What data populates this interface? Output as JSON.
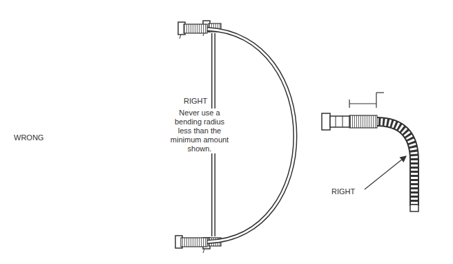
{
  "diagram": {
    "labels": [
      "WRONG",
      "RIGHT",
      "Never use a bending radius less than the minimum amount shown.",
      "RIGHT"
    ]
  }
}
